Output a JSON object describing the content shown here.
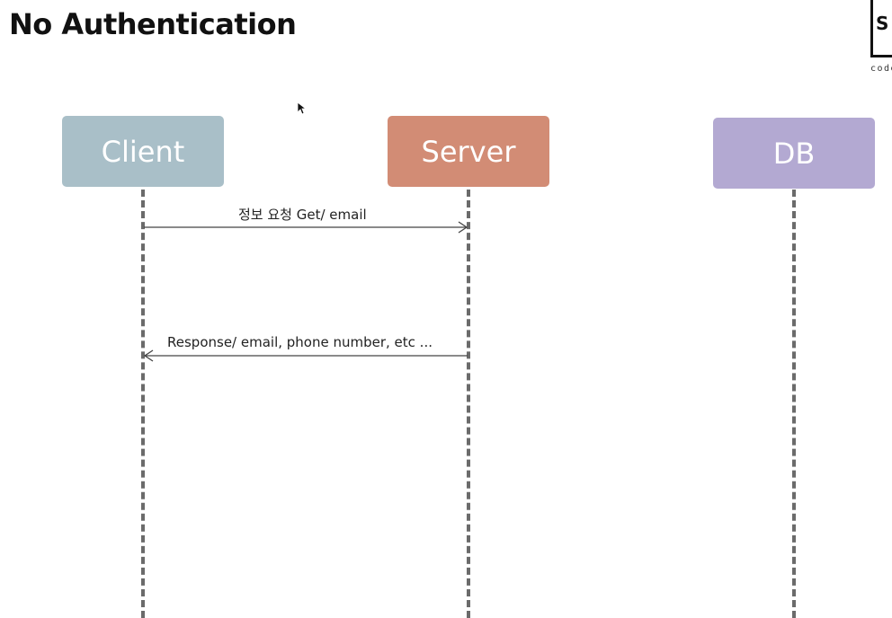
{
  "title": "No Authentication",
  "logo": {
    "letter": "S",
    "text": "code"
  },
  "actors": [
    {
      "id": "client",
      "label": "Client",
      "color": "#a9bfc8"
    },
    {
      "id": "server",
      "label": "Server",
      "color": "#d28c75"
    },
    {
      "id": "db",
      "label": "DB",
      "color": "#b3a9d2"
    }
  ],
  "messages": [
    {
      "from": "client",
      "to": "server",
      "label": "정보 요청 Get/ email"
    },
    {
      "from": "server",
      "to": "client",
      "label": "Response/ email, phone number, etc ..."
    }
  ],
  "colors": {
    "lifeline": "#6b6b6b",
    "arrow": "#444444"
  }
}
